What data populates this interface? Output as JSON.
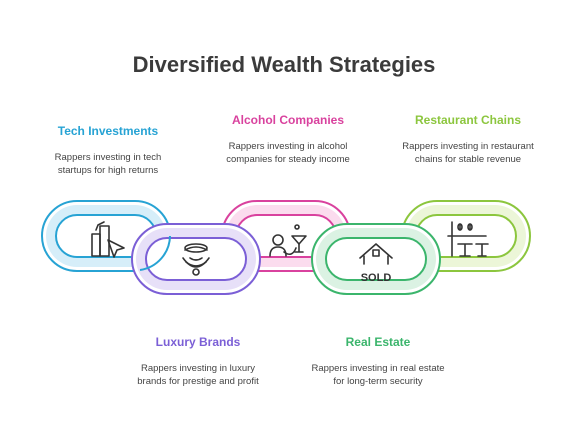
{
  "title": "Diversified Wealth Strategies",
  "colors": {
    "tech": "#27a3d4",
    "luxury": "#7b5fd6",
    "alcohol": "#d9429e",
    "real_estate": "#3bb56c",
    "restaurant": "#8cc63e"
  },
  "strategies": [
    {
      "heading": "Tech Investments",
      "description": "Rappers investing in tech startups for high returns",
      "icon": "tech-startup-icon"
    },
    {
      "heading": "Luxury Brands",
      "description": "Rappers investing in luxury brands for prestige and profit",
      "icon": "luxury-necklace-icon"
    },
    {
      "heading": "Alcohol Companies",
      "description": "Rappers investing in alcohol companies for steady income",
      "icon": "alcohol-drinker-icon"
    },
    {
      "heading": "Real Estate",
      "description": "Rappers investing in real estate for long-term security",
      "icon": "sold-house-icon"
    },
    {
      "heading": "Restaurant Chains",
      "description": "Rappers investing in restaurant chains for stable revenue",
      "icon": "restaurant-bar-icon"
    }
  ],
  "sold_label": "SOLD"
}
